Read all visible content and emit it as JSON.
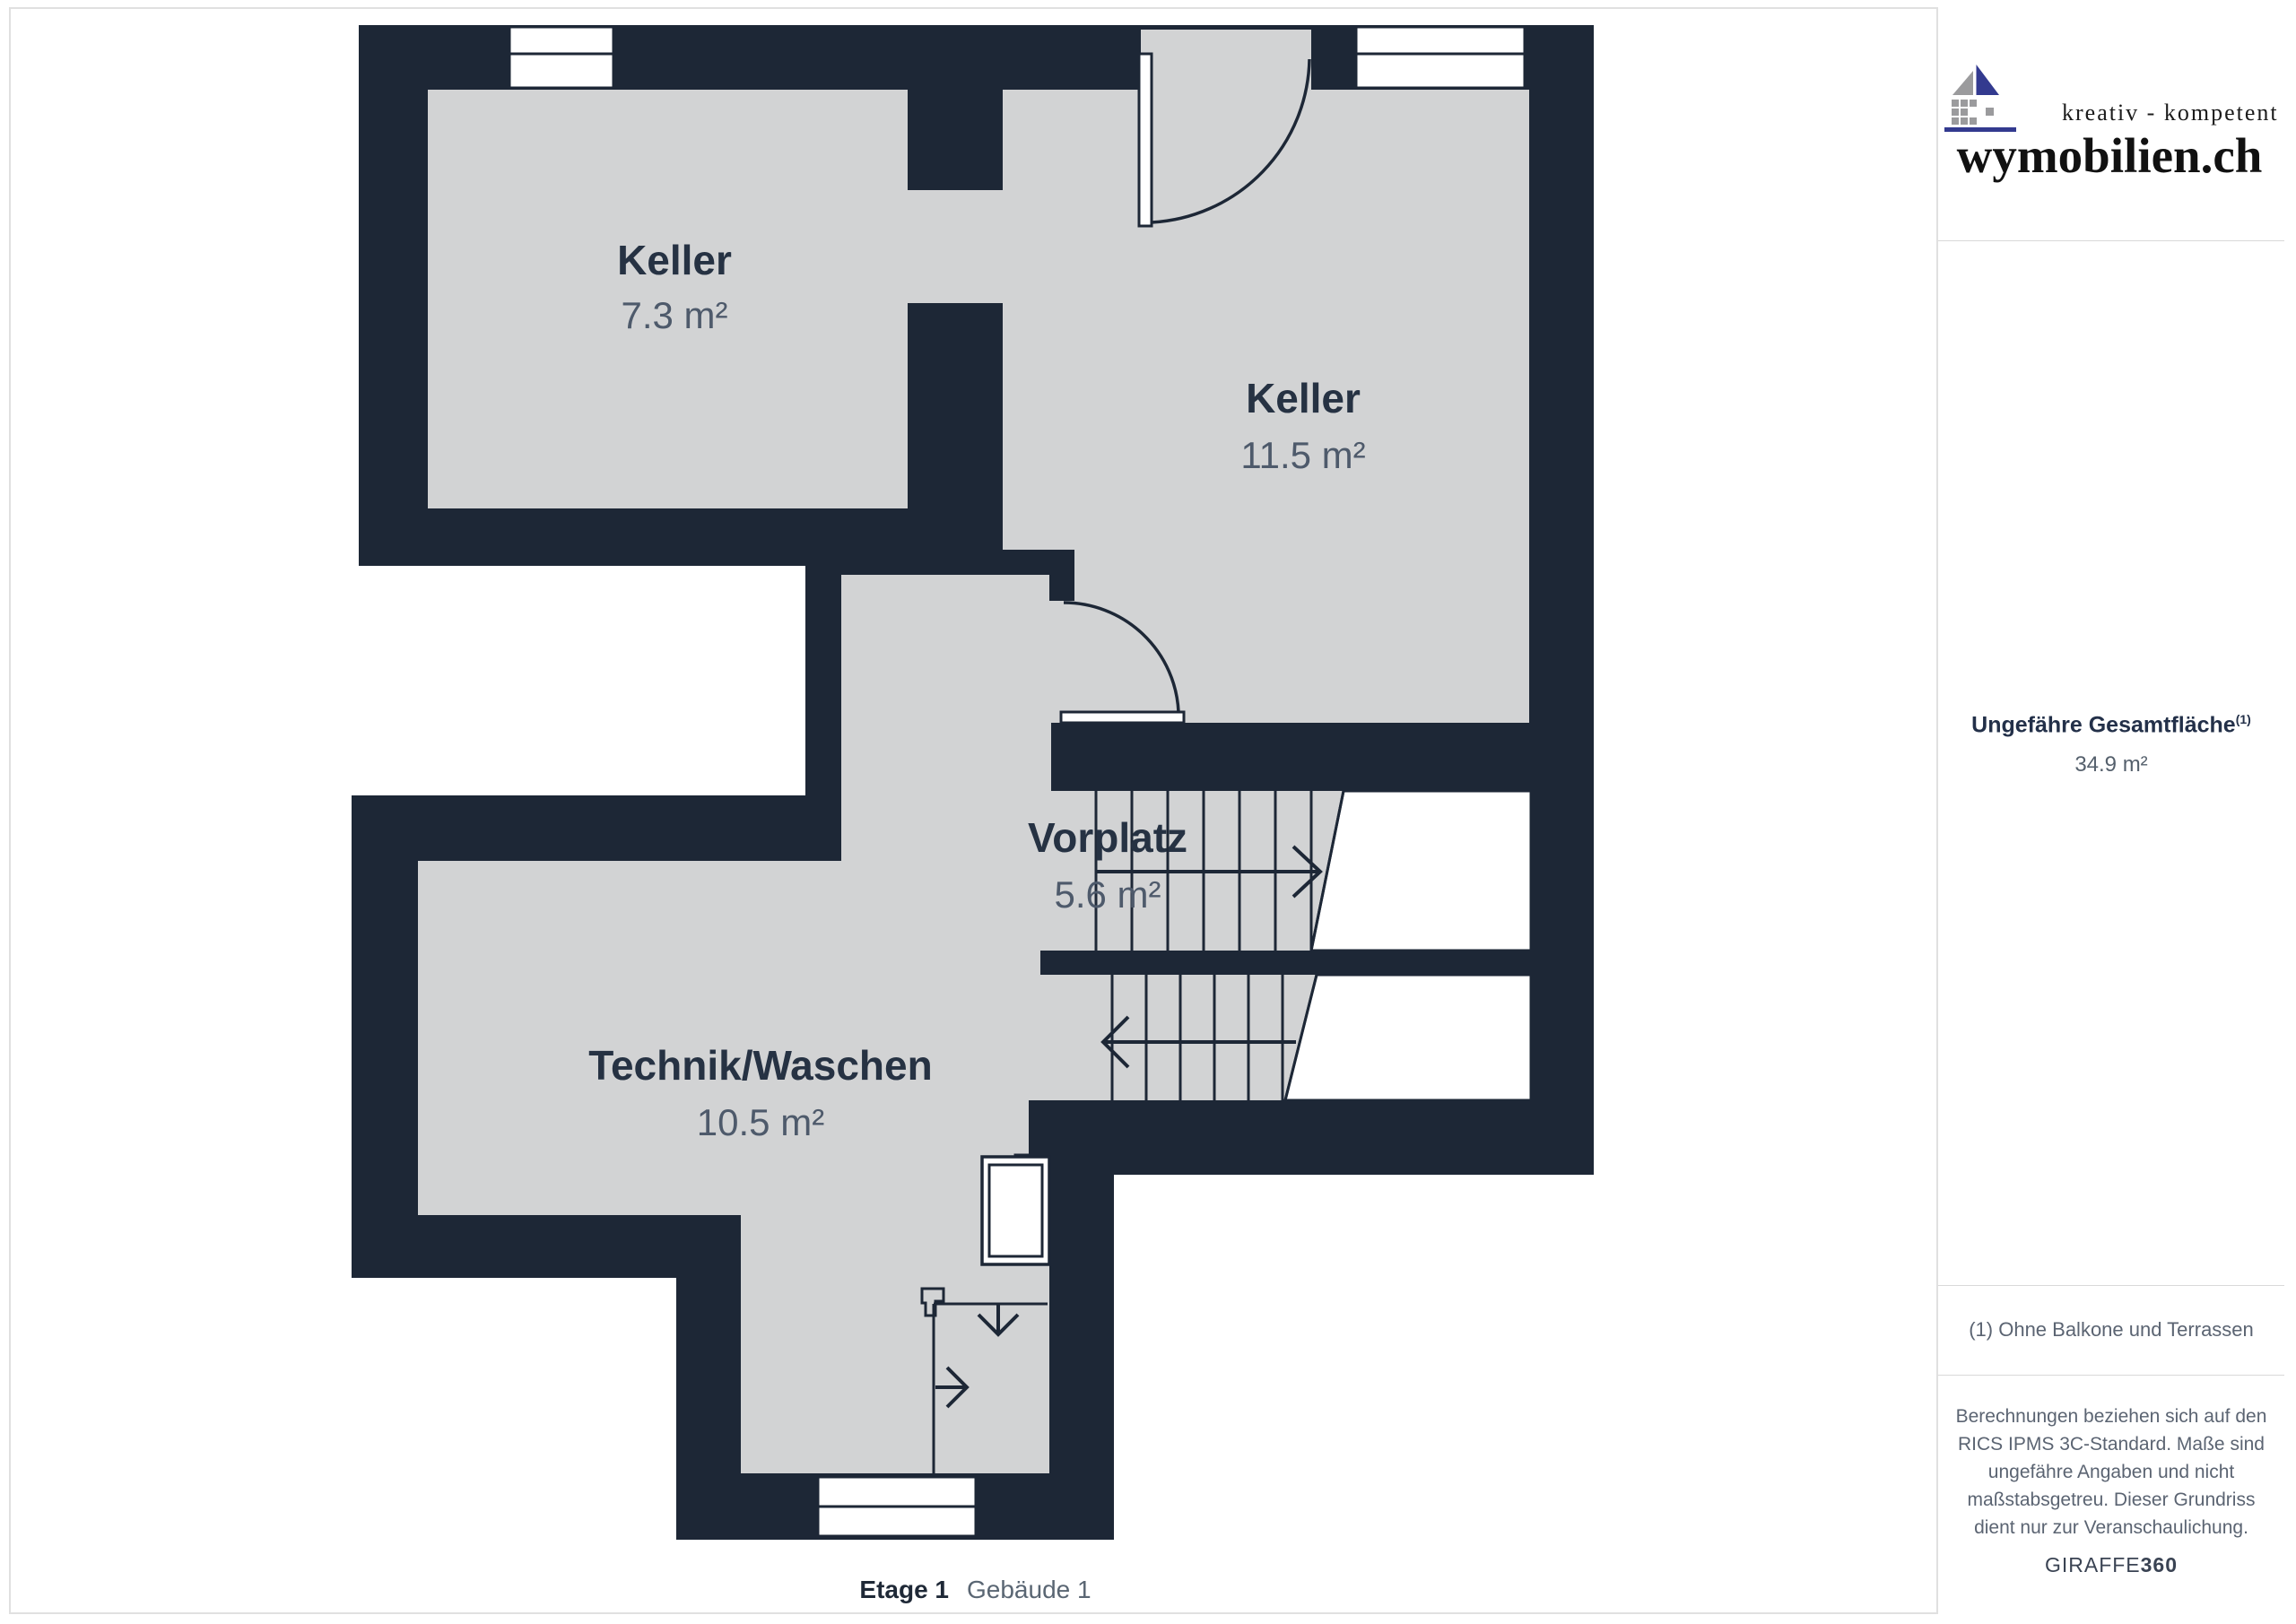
{
  "page": {
    "caption_floor": "Etage 1",
    "caption_building": "Gebäude 1"
  },
  "plan": {
    "rooms": [
      {
        "name": "Keller",
        "area": "7.3 m²"
      },
      {
        "name": "Keller",
        "area": "11.5 m²"
      },
      {
        "name": "Vorplatz",
        "area": "5.6 m²"
      },
      {
        "name": "Technik/Waschen",
        "area": "10.5 m²"
      }
    ],
    "colors": {
      "wall": "#1d2736",
      "floor": "#d2d3d4",
      "room_name": "#263243",
      "room_area": "#4e5a6b"
    }
  },
  "sidebar": {
    "logo": {
      "tagline": "kreativ - kompetent",
      "brand": "wymobilien.ch",
      "icon": "house-logo-icon",
      "accent_blue": "#333a8f",
      "accent_gray": "#9b9b9d"
    },
    "total": {
      "label": "Ungefähre Gesamtfläche",
      "footnote_marker": "(1)",
      "value": "34.9 m²"
    },
    "footnote": "(1) Ohne Balkone und Terrassen",
    "disclaimer": "Berechnungen beziehen sich auf den RICS IPMS 3C-Standard. Maße sind ungefähre Angaben und nicht maßstabsgetreu. Dieser Grundriss dient nur zur Veranschaulichung.",
    "powered_by": {
      "name": "GIRAFFE",
      "suffix": "360"
    }
  }
}
